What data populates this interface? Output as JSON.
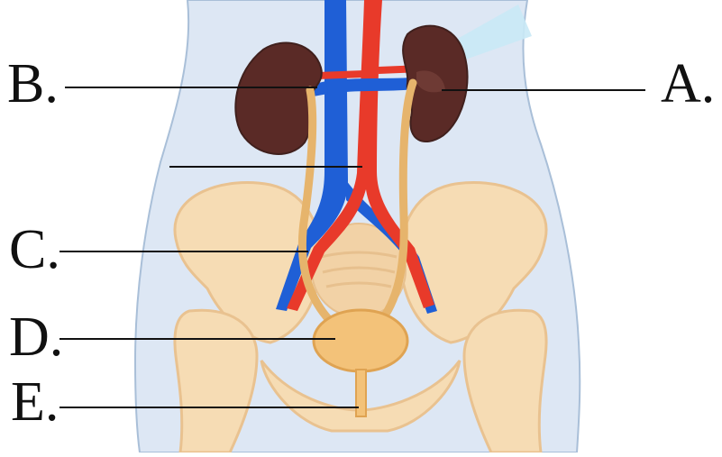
{
  "labels": {
    "a": "A.",
    "b": "B.",
    "c": "C.",
    "d": "D.",
    "e": "E."
  },
  "colors": {
    "body_fill": "#dde7f4",
    "body_outline": "#a9bfd8",
    "kidney": "#5a2a26",
    "kidney_highlight": "#6e3a34",
    "vein": "#1f5fd6",
    "artery": "#e83a2a",
    "ureter": "#e6b46c",
    "bone": "#f6dcb4",
    "bone_shadow": "#e9c290",
    "bladder": "#f3c279",
    "leader_line": "#111111"
  }
}
